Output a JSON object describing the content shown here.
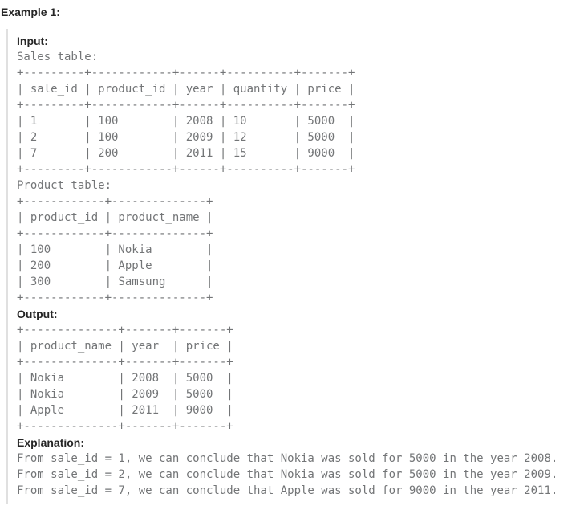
{
  "example": {
    "title": "Example 1:",
    "input_label": "Input:",
    "input_body": "Sales table:\n+---------+------------+------+----------+-------+\n| sale_id | product_id | year | quantity | price |\n+---------+------------+------+----------+-------+\n| 1       | 100        | 2008 | 10       | 5000  |\n| 2       | 100        | 2009 | 12       | 5000  |\n| 7       | 200        | 2011 | 15       | 9000  |\n+---------+------------+------+----------+-------+\nProduct table:\n+------------+--------------+\n| product_id | product_name |\n+------------+--------------+\n| 100        | Nokia        |\n| 200        | Apple        |\n| 300        | Samsung      |\n+------------+--------------+",
    "output_label": "Output:",
    "output_body": "+--------------+-------+-------+\n| product_name | year  | price |\n+--------------+-------+-------+\n| Nokia        | 2008  | 5000  |\n| Nokia        | 2009  | 5000  |\n| Apple        | 2011  | 9000  |\n+--------------+-------+-------+",
    "explanation_label": "Explanation:",
    "explanation_body": "From sale_id = 1, we can conclude that Nokia was sold for 5000 in the year 2008.\nFrom sale_id = 2, we can conclude that Nokia was sold for 5000 in the year 2009.\nFrom sale_id = 7, we can conclude that Apple was sold for 9000 in the year 2011.",
    "tables": {
      "sales": {
        "name": "Sales table:",
        "headers": [
          "sale_id",
          "product_id",
          "year",
          "quantity",
          "price"
        ],
        "rows": [
          [
            "1",
            "100",
            "2008",
            "10",
            "5000"
          ],
          [
            "2",
            "100",
            "2009",
            "12",
            "5000"
          ],
          [
            "7",
            "200",
            "2011",
            "15",
            "9000"
          ]
        ]
      },
      "product": {
        "name": "Product table:",
        "headers": [
          "product_id",
          "product_name"
        ],
        "rows": [
          [
            "100",
            "Nokia"
          ],
          [
            "200",
            "Apple"
          ],
          [
            "300",
            "Samsung"
          ]
        ]
      },
      "output": {
        "headers": [
          "product_name",
          "year",
          "price"
        ],
        "rows": [
          [
            "Nokia",
            "2008",
            "5000"
          ],
          [
            "Nokia",
            "2009",
            "5000"
          ],
          [
            "Apple",
            "2011",
            "9000"
          ]
        ]
      }
    }
  },
  "colors": {
    "label_text": "#262626",
    "body_text": "#737577",
    "block_border": "#e0e0e0",
    "background": "#ffffff"
  }
}
